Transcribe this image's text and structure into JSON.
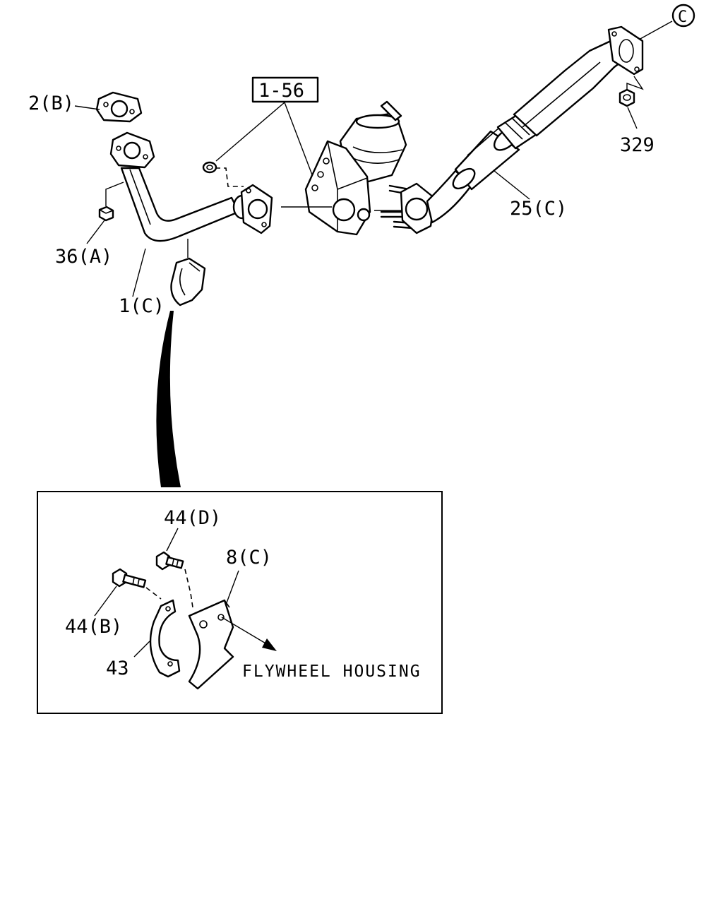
{
  "diagram": {
    "ref_box": "1-56",
    "circle_ref": "C",
    "callouts": {
      "gasket": "2(B)",
      "nut_a": "36(A)",
      "front_pipe": "1(C)",
      "nut_329": "329",
      "catalytic_pipe": "25(C)",
      "bolt_d": "44(D)",
      "bracket": "8(C)",
      "bolt_b": "44(B)",
      "clamp": "43"
    },
    "note": "FLYWHEEL HOUSING"
  }
}
